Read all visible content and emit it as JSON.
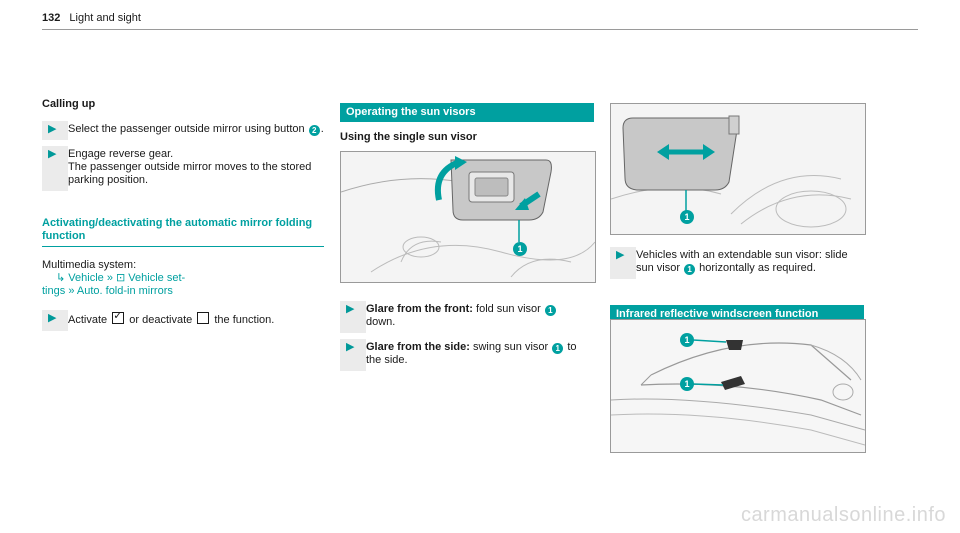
{
  "page": {
    "number": "132",
    "section": "Light and sight"
  },
  "col1": {
    "calling_up_heading": "Calling up",
    "step1_pre": "Select the passenger outside mirror using button",
    "step1_badge": "2",
    "step1_post": ".",
    "step2_line1": "Engage reverse gear.",
    "step2_line2": "The passenger outside mirror moves to the stored parking position.",
    "activating_heading": "Activating/deactivating the automatic mirror folding function",
    "multimedia_label": "Multimedia system:",
    "menu_vehicle": "Vehicle",
    "menu_vehicle_settings_a": "Vehicle set-",
    "menu_vehicle_settings_b": "tings",
    "menu_auto_fold": "Auto. fold-in mirrors",
    "step3_activate": "Activate",
    "step3_or": "or deactivate",
    "step3_post": "the function."
  },
  "col2": {
    "banner": "Operating the sun visors",
    "sub_heading": "Using the single sun visor",
    "fig_badge": "1",
    "step1_bold": "Glare from the front:",
    "step1_text": "fold sun visor",
    "step1_badge": "1",
    "step1_post": "down.",
    "step2_bold": "Glare from the side:",
    "step2_text": "swing sun visor",
    "step2_badge": "1",
    "step2_post": "to the side."
  },
  "col3": {
    "fig_badge": "1",
    "step_text_pre": "Vehicles with an extendable sun visor: slide sun visor",
    "step_badge": "1",
    "step_text_post": "horizontally as required.",
    "banner": "Infrared reflective windscreen function",
    "fig2_badge_top": "1",
    "fig2_badge_bottom": "1"
  },
  "watermark": "carmanualsonline.info",
  "icons": {
    "step_arrow": "play-arrow-icon",
    "menu_arrow": "return-arrow-icon",
    "menu_sep": "double-chevron-icon",
    "car_settings": "car-settings-icon"
  },
  "colors": {
    "accent": "#00a0a0"
  }
}
